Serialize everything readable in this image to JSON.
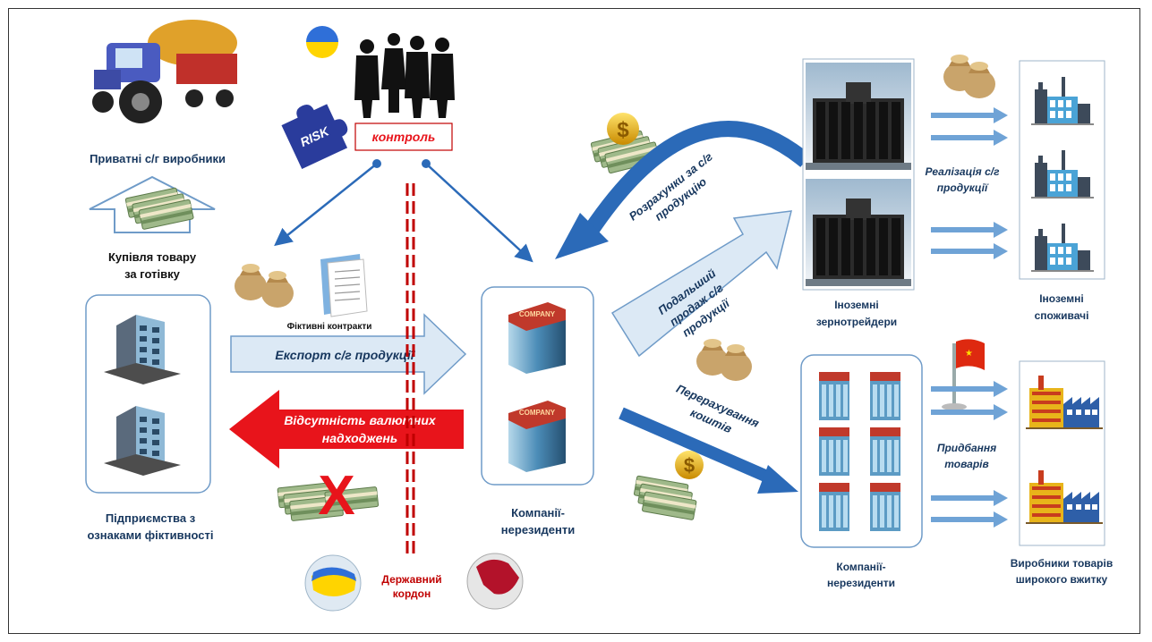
{
  "labels": {
    "private_producers": "Приватні с/г виробники",
    "buy_cash_1": "Купівля товару",
    "buy_cash_2": "за готівку",
    "fictive_ent_1": "Підприємства з",
    "fictive_ent_2": "ознаками фіктивності",
    "control": "контроль",
    "risk": "RISK",
    "fictive_contracts": "Фіктивні контракти",
    "export": "Експорт с/г продукції",
    "no_currency_1": "Відсутність валютних",
    "no_currency_2": "надходжень",
    "border_1": "Державний",
    "border_2": "кордон",
    "nonres_center_1": "Компанії-",
    "nonres_center_2": "нерезиденти",
    "company_sign": "COMPANY",
    "settlement_1": "Розрахунки за с/г",
    "settlement_2": "продукцію",
    "resale_1": "Подальший",
    "resale_2": "продаж с/г",
    "resale_3": "продукції",
    "transfer_1": "Перерахування",
    "transfer_2": "коштів",
    "grain_traders_1": "Іноземні",
    "grain_traders_2": "зернотрейдери",
    "realization_1": "Реалізація с/г",
    "realization_2": "продукції",
    "foreign_consumers_1": "Іноземні",
    "foreign_consumers_2": "споживачі",
    "purchase_goods_1": "Придбання",
    "purchase_goods_2": "товарів",
    "nonres_right_1": "Компанії-",
    "nonres_right_2": "нерезиденти",
    "producers_goods_1": "Виробники товарів",
    "producers_goods_2": "широкого вжитку"
  },
  "icons": [
    "tractor-icon",
    "ukraine-flag-icon",
    "businessmen-silhouette-icon",
    "risk-puzzle-icon",
    "money-banknotes-icon",
    "grain-bags-icon",
    "documents-icon",
    "office-building-icon",
    "company-building-icon",
    "dollar-money-icon",
    "crossed-money-icon",
    "globe-ukraine-icon",
    "globe-asia-icon",
    "grain-elevator-icon",
    "factory-icon",
    "industrial-plant-icon",
    "china-flag-icon"
  ],
  "colors": {
    "title": "#17375e",
    "red_arrow": "#e8141b",
    "blue_arrow": "#2b6ab8",
    "light_arrow": "#dce9f5",
    "border_line": "#c00000",
    "control_text": "#e8141b"
  }
}
